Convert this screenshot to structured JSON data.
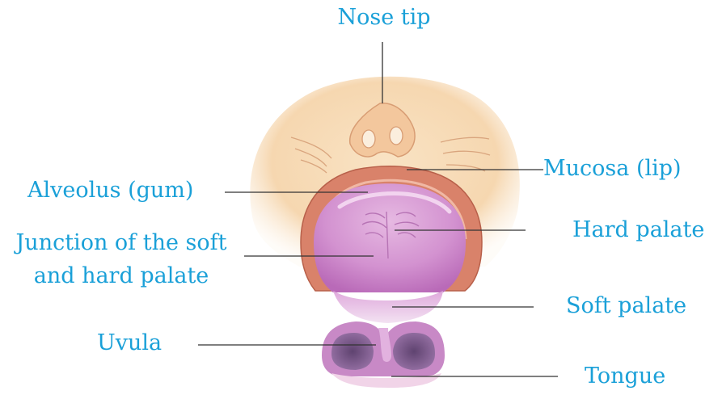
{
  "colors": {
    "label_text": "#1aa0d8",
    "leader_line": "#333333",
    "skin": "#f6d9b3",
    "lip": "#d9826a",
    "palate": "#d59ad2",
    "soft_palate": "#ecd0ea",
    "throat_cavity": "#7a5a86"
  },
  "labels": {
    "nose_tip": "Nose tip",
    "mucosa_lip": "Mucosa (lip)",
    "alveolus": "Alveolus (gum)",
    "hard_palate": "Hard palate",
    "junction_line1": "Junction of the soft",
    "junction_line2": "and hard palate",
    "soft_palate": "Soft palate",
    "uvula": "Uvula",
    "tongue": "Tongue"
  }
}
